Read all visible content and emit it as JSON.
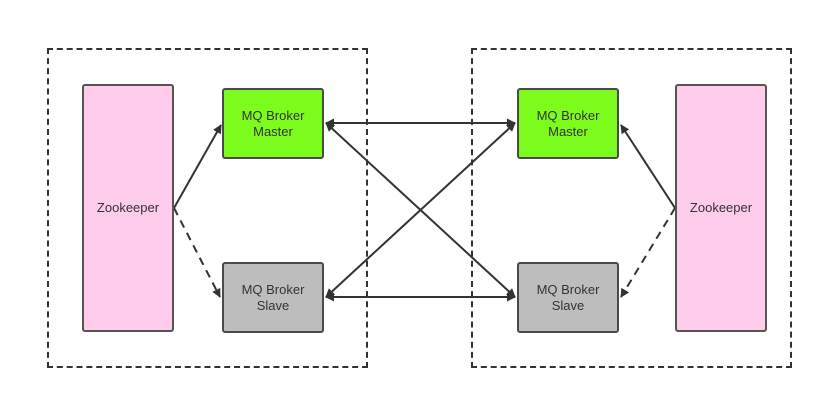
{
  "colors": {
    "zookeeper_fill": "#ffccec",
    "master_fill": "#7cfc1c",
    "slave_fill": "#bdbdbd",
    "line": "#333333"
  },
  "left_cluster": {
    "zookeeper": "Zookeeper",
    "master": "MQ  Broker\nMaster",
    "slave": "MQ  Broker\nSlave"
  },
  "right_cluster": {
    "zookeeper": "Zookeeper",
    "master": "MQ  Broker\nMaster",
    "slave": "MQ  Broker\nSlave"
  }
}
